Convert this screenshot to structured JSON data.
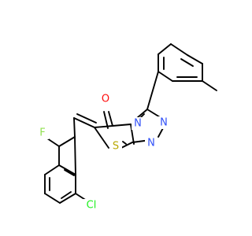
{
  "molecule": {
    "atoms": [
      {
        "id": "O",
        "label": "O",
        "color": "#ff0d0d"
      },
      {
        "id": "N4",
        "label": "N",
        "color": "#3050f8"
      },
      {
        "id": "N2",
        "label": "N",
        "color": "#3050f8"
      },
      {
        "id": "N1",
        "label": "N",
        "color": "#3050f8"
      },
      {
        "id": "S",
        "label": "S",
        "color": "#b8a800"
      },
      {
        "id": "F",
        "label": "F",
        "color": "#90e050"
      },
      {
        "id": "Cl",
        "label": "Cl",
        "color": "#1ff01f"
      }
    ],
    "bond_color": "#000000",
    "background": "#ffffff"
  }
}
